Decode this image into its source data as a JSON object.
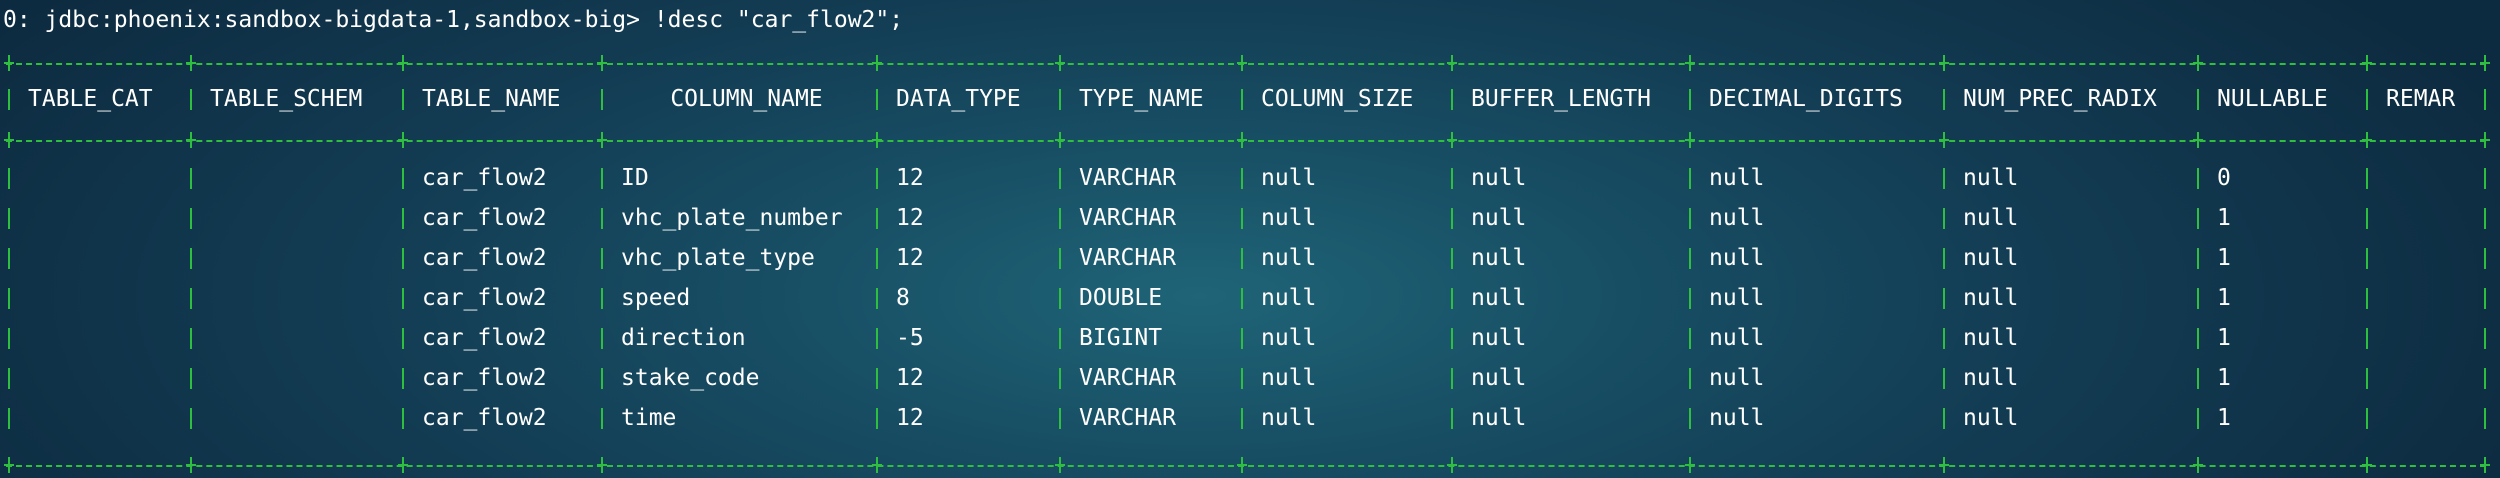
{
  "command": {
    "prompt": "0: jdbc:phoenix:sandbox-bigdata-1,sandbox-big> ",
    "text": "!desc \"car_flow2\";"
  },
  "table": {
    "headers": [
      "TABLE_CAT",
      "TABLE_SCHEM",
      "TABLE_NAME",
      "COLUMN_NAME",
      "DATA_TYPE",
      "TYPE_NAME",
      "COLUMN_SIZE",
      "BUFFER_LENGTH",
      "DECIMAL_DIGITS",
      "NUM_PREC_RADIX",
      "NULLABLE",
      "REMAR"
    ],
    "rows": [
      [
        "",
        "",
        "car_flow2",
        "ID",
        "12",
        "VARCHAR",
        "null",
        "null",
        "null",
        "null",
        "0",
        ""
      ],
      [
        "",
        "",
        "car_flow2",
        "vhc_plate_number",
        "12",
        "VARCHAR",
        "null",
        "null",
        "null",
        "null",
        "1",
        ""
      ],
      [
        "",
        "",
        "car_flow2",
        "vhc_plate_type",
        "12",
        "VARCHAR",
        "null",
        "null",
        "null",
        "null",
        "1",
        ""
      ],
      [
        "",
        "",
        "car_flow2",
        "speed",
        "8",
        "DOUBLE",
        "null",
        "null",
        "null",
        "null",
        "1",
        ""
      ],
      [
        "",
        "",
        "car_flow2",
        "direction",
        "-5",
        "BIGINT",
        "null",
        "null",
        "null",
        "null",
        "1",
        ""
      ],
      [
        "",
        "",
        "car_flow2",
        "stake_code",
        "12",
        "VARCHAR",
        "null",
        "null",
        "null",
        "null",
        "1",
        ""
      ],
      [
        "",
        "",
        "car_flow2",
        "time",
        "12",
        "VARCHAR",
        "null",
        "null",
        "null",
        "null",
        "1",
        ""
      ]
    ]
  },
  "colors": {
    "border": "#2fbf3f",
    "text": "#ffffff",
    "background": "#174d63"
  }
}
